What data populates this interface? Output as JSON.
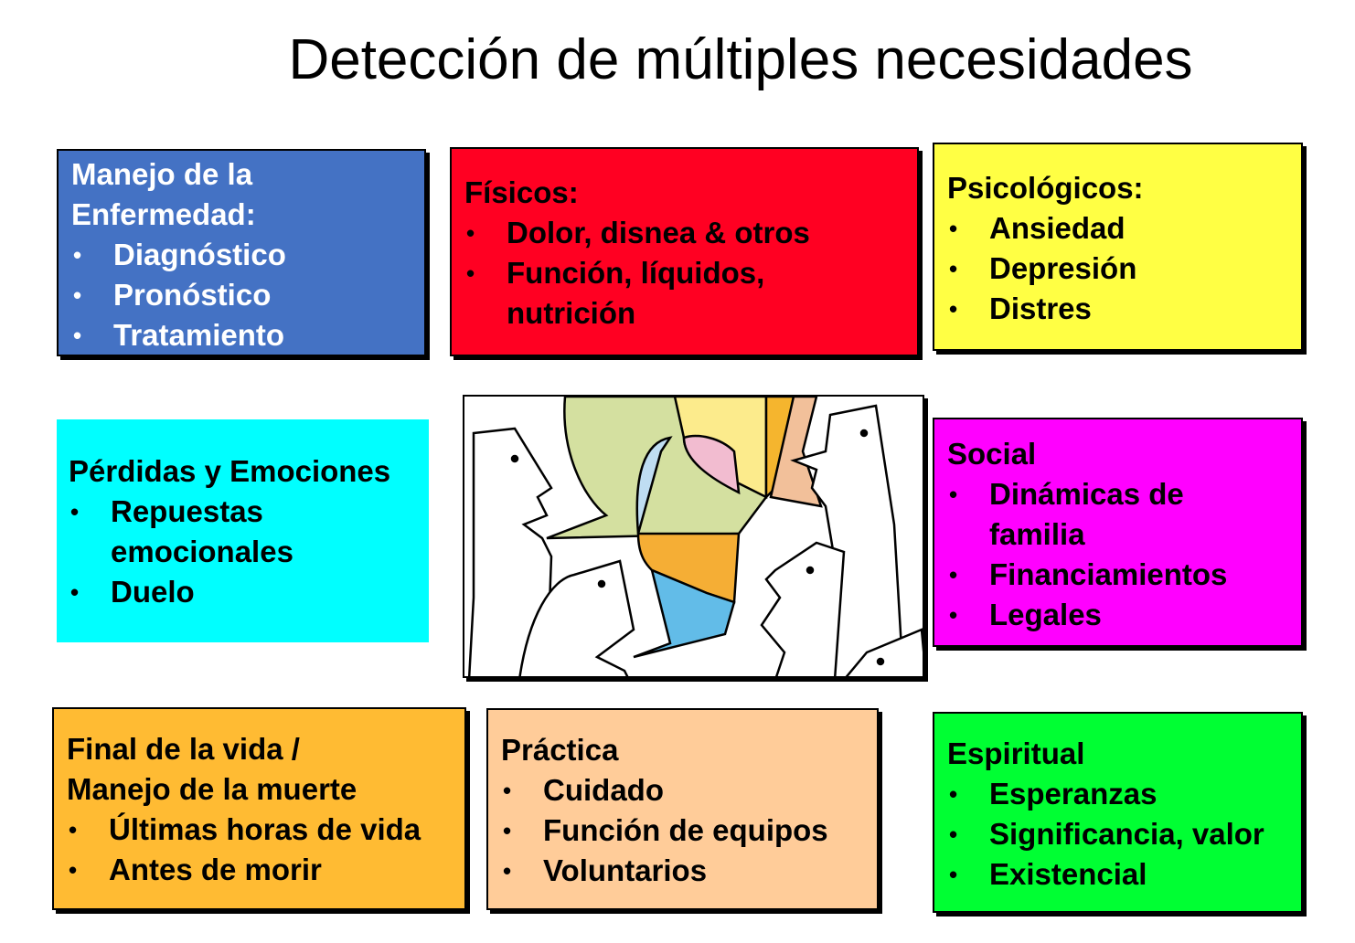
{
  "title": "Detección de múltiples necesidades",
  "boxes": [
    {
      "id": "manejo",
      "heading": "Manejo de la Enfermedad:",
      "items": [
        "Diagnóstico",
        "Pronóstico",
        "Tratamiento"
      ],
      "color": "#4472C4"
    },
    {
      "id": "fisicos",
      "heading": "Físicos:",
      "items": [
        "Dolor, disnea & otros",
        "Función, líquidos, nutrición"
      ],
      "color": "#FF0022"
    },
    {
      "id": "psicologicos",
      "heading": "Psicológicos:",
      "items": [
        "Ansiedad",
        "Depresión",
        "Distres"
      ],
      "color": "#FFFF44"
    },
    {
      "id": "perdidas",
      "heading": "Pérdidas y Emociones",
      "items": [
        "Repuestas emocionales",
        "Duelo"
      ],
      "color": "#00FFFF"
    },
    {
      "id": "social",
      "heading": "Social",
      "items": [
        "Dinámicas de familia",
        "Financiamientos",
        "Legales"
      ],
      "color": "#FF00FF"
    },
    {
      "id": "final",
      "heading": "Final de la vida / Manejo de la muerte",
      "items": [
        "Últimas horas de vida",
        "Antes de morir"
      ],
      "color": "#FFBB33"
    },
    {
      "id": "practica",
      "heading": "Práctica",
      "items": [
        "Cuidado",
        "Función de equipos",
        "Voluntarios"
      ],
      "color": "#FFCC99"
    },
    {
      "id": "espiritual",
      "heading": "Espiritual",
      "items": [
        "Esperanzas",
        "Significancia, valor",
        "Existencial"
      ],
      "color": "#00FF33"
    }
  ],
  "bullet": "•"
}
